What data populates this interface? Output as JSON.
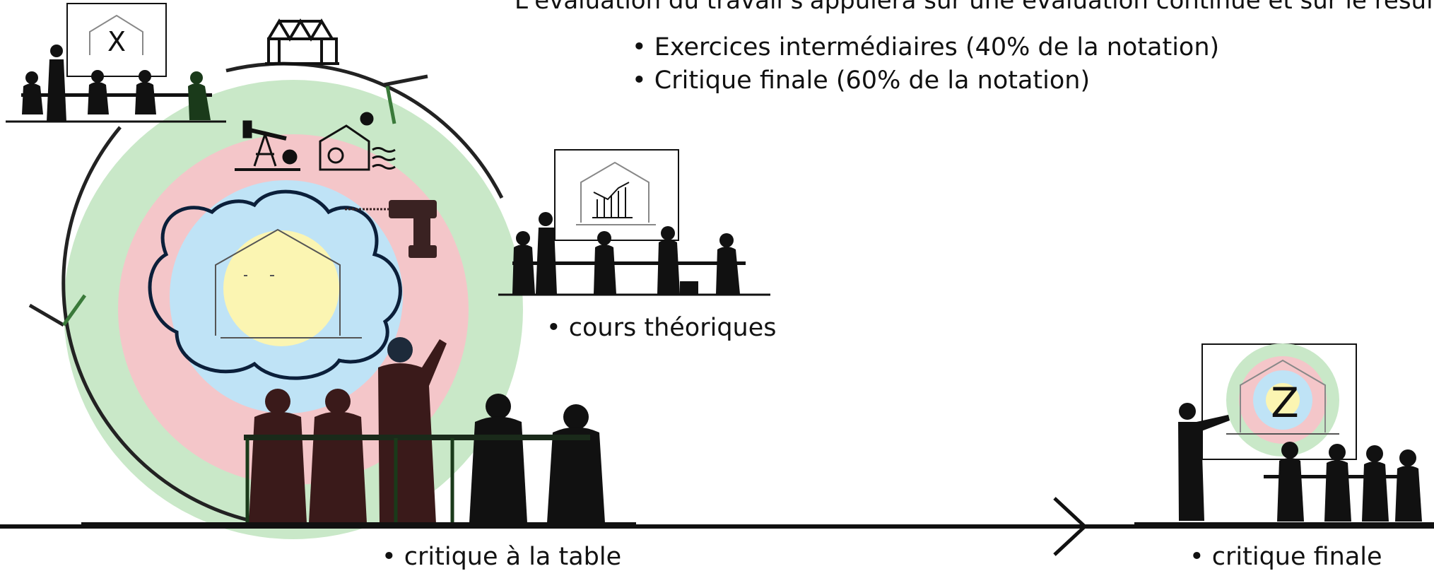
{
  "header": {
    "text": "L'évaluation du travail s'appuiera sur une évaluation continue et sur le résultat"
  },
  "bullets": [
    "• Exercices intermédiaires (40% de la notation)",
    "• Critique finale (60% de la notation)"
  ],
  "labels": {
    "cours_theoriques": "• cours théoriques",
    "critique_table": "• critique à la table",
    "critique_finale": "• critique finale"
  },
  "boards": {
    "left": "X",
    "right": "Z"
  },
  "colors": {
    "ring_green": "#c9e8c8",
    "ring_red": "#f4c6c9",
    "ring_blue": "#bfe3f6",
    "core_yellow": "#fbf5b2",
    "silhouette": "#111111"
  }
}
